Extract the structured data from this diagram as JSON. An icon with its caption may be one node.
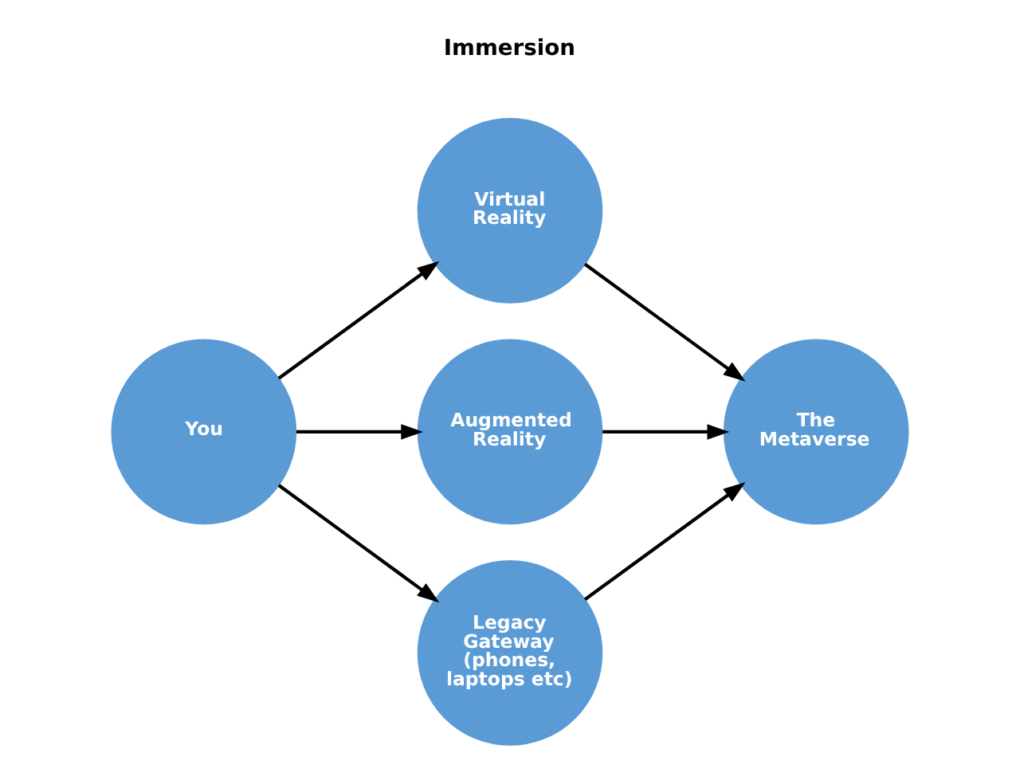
{
  "diagram": {
    "nodes": [
      {
        "text": [
          "You"
        ]
      },
      {
        "text": [
          "Virtual Reality"
        ]
      },
      {
        "text": [
          "Augmented Reality"
        ]
      },
      {
        "text": [
          "Legacy Gateway (phones, laptops etc)"
        ]
      },
      {
        "text": [
          "The Metaverse"
        ]
      }
    ],
    "edges": [
      {
        "from": 0,
        "to": 1,
        "arrow": "to"
      },
      {
        "from": 0,
        "to": 2,
        "arrow": "to"
      },
      {
        "from": 0,
        "to": 3,
        "arrow": "to"
      },
      {
        "from": 1,
        "to": 4,
        "arrow": "to"
      },
      {
        "from": 2,
        "to": 4,
        "arrow": "to"
      },
      {
        "from": 3,
        "to": 4,
        "arrow": "to"
      }
    ],
    "labels": [
      "Immersion"
    ]
  }
}
